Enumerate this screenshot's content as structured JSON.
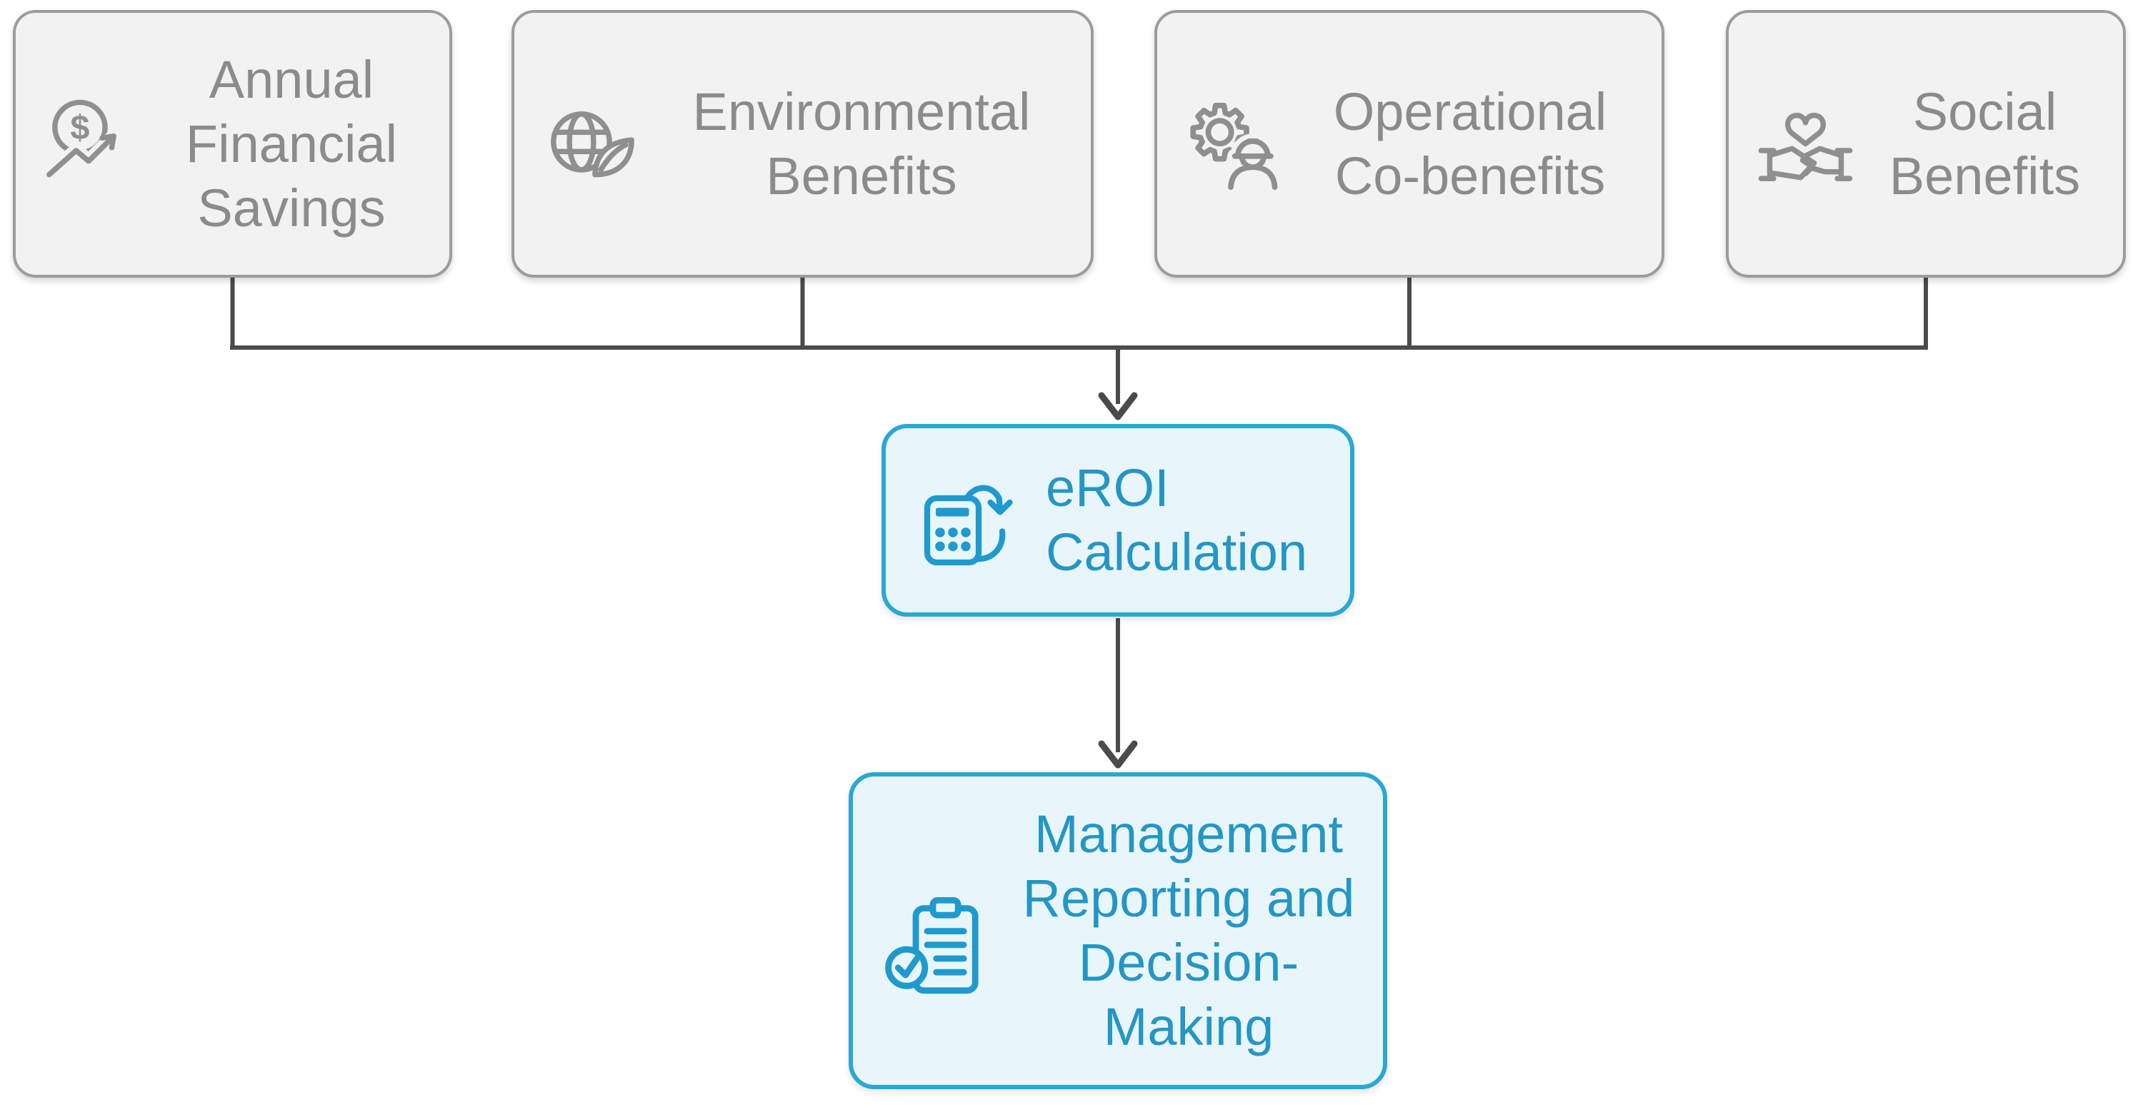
{
  "diagram": {
    "type": "flowchart",
    "direction": "top-down",
    "source_nodes": [
      {
        "label": "Annual Financial Savings",
        "icon": "dollar-growth-icon"
      },
      {
        "label": "Environmental Benefits",
        "icon": "globe-leaf-icon"
      },
      {
        "label": "Operational Co-benefits",
        "icon": "gear-worker-icon"
      },
      {
        "label": "Social Benefits",
        "icon": "handshake-heart-icon"
      }
    ],
    "process_node": {
      "label": "eROI Calculation",
      "icon": "calculator-refresh-icon"
    },
    "output_node": {
      "label": "Management Reporting and Decision-Making",
      "icon": "clipboard-check-icon"
    },
    "connections": [
      "Annual Financial Savings -> eROI Calculation",
      "Environmental Benefits -> eROI Calculation",
      "Operational Co-benefits -> eROI Calculation",
      "Social Benefits -> eROI Calculation",
      "eROI Calculation -> Management Reporting and Decision-Making"
    ]
  },
  "colors": {
    "source_box_fill": "#f2f2f2",
    "source_box_border": "#9c9c9c",
    "source_text": "#8b8b8b",
    "source_icon": "#8f8f8f",
    "accent_box_fill": "#e8f6fc",
    "accent_box_border": "#29a8d4",
    "accent_text": "#2496c4",
    "accent_icon": "#1f9ace",
    "connector": "#4b4b4b",
    "background": "#ffffff"
  }
}
